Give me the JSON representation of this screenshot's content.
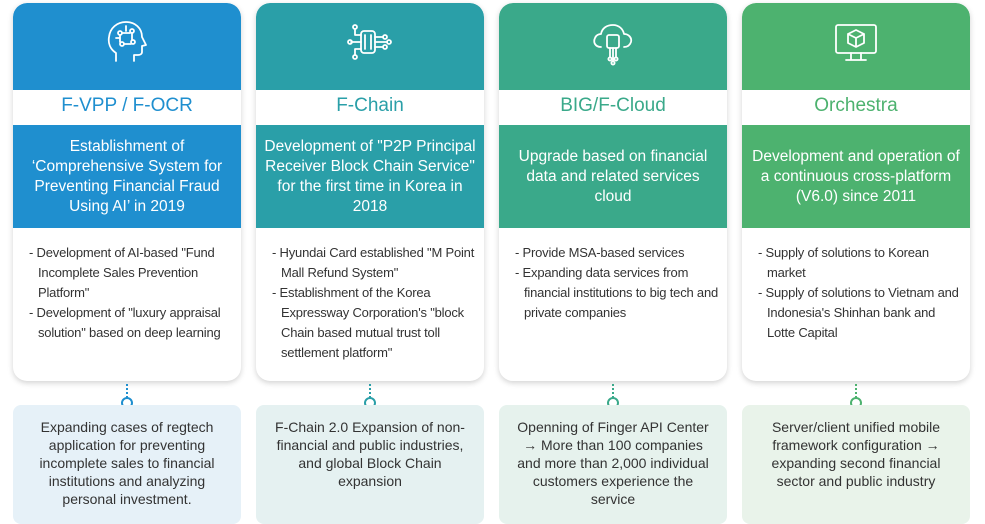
{
  "columns": [
    {
      "icon": "ai-head-icon",
      "color": "#1f8fcf",
      "bottom_bg": "#e6f1f8",
      "title": "F-VPP / F-OCR",
      "headline": "Establishment of ‘Comprehensive System for Preventing Financial Fraud Using AI’ in 2019",
      "bullets": [
        "Development of AI-based \"Fund Incomplete Sales Prevention Platform\"",
        "Development of  \"luxury appraisal solution\" based on deep learning"
      ],
      "bottom": "Expanding cases of regtech application for preventing incomplete sales to financial institutions and analyzing personal investment."
    },
    {
      "icon": "chain-chip-icon",
      "color": "#2a9fa8",
      "bottom_bg": "#e5f1f1",
      "title": "F-Chain",
      "headline": "Development of \"P2P Principal Receiver Block Chain Service\" for the first time in Korea in 2018",
      "bullets": [
        "Hyundai Card established \"M Point Mall Refund System\"",
        "Establishment of the Korea Expressway Corporation's \"block Chain based mutual trust toll settlement platform\""
      ],
      "bottom": "F-Chain 2.0 Expansion of non-financial and public industries, and global Block Chain expansion"
    },
    {
      "icon": "cloud-chip-icon",
      "color": "#3aa98a",
      "bottom_bg": "#e6f2ed",
      "title": "BIG/F-Cloud",
      "headline": "Upgrade based on financial data and related services cloud",
      "bullets": [
        "Provide MSA-based services",
        "Expanding data services from financial institutions to big tech and private companies"
      ],
      "bottom": "Openning of Finger API Center → More than 100 companies and more than 2,000 individual customers experience the service"
    },
    {
      "icon": "monitor-cube-icon",
      "color": "#4db26f",
      "bottom_bg": "#e9f3ea",
      "title": "Orchestra",
      "headline": "Development and operation of a continuous cross-platform (V6.0) since 2011",
      "bullets": [
        "Supply of solutions to Korean market",
        "Supply of solutions to Vietnam and Indonesia's Shinhan bank and Lotte Capital"
      ],
      "bottom": "Server/client unified mobile framework configuration → expanding second financial sector and public industry"
    }
  ]
}
